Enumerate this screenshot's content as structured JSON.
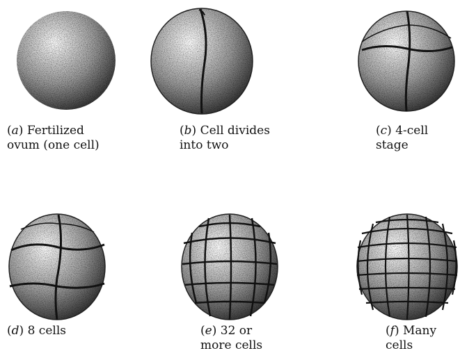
{
  "figure": {
    "stages": [
      {
        "id": "a",
        "letter": "a",
        "line1": "Fertilized",
        "line2": "ovum (one cell)"
      },
      {
        "id": "b",
        "letter": "b",
        "line1": "Cell divides",
        "line2": "into two"
      },
      {
        "id": "c",
        "letter": "c",
        "line1": "4-cell",
        "line2": "stage"
      },
      {
        "id": "d",
        "letter": "d",
        "line1": "8 cells",
        "line2": ""
      },
      {
        "id": "e",
        "letter": "e",
        "line1": "32 or",
        "line2": "more cells"
      },
      {
        "id": "f",
        "letter": "f",
        "line1": "Many",
        "line2": "cells"
      }
    ]
  }
}
